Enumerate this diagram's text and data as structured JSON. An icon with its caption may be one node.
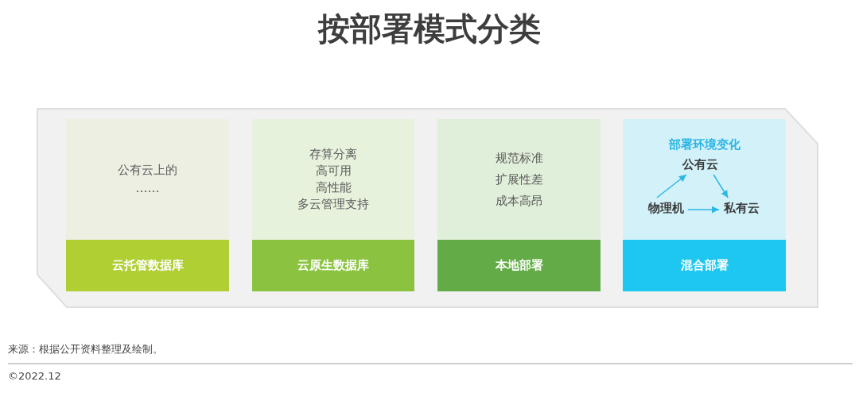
{
  "diagram": {
    "title": "按部署模式分类",
    "nodes": [
      {
        "text": [
          "公有云上的",
          "……"
        ]
      },
      {
        "text": [
          "云托管数据库"
        ]
      },
      {
        "text": [
          "存算分离",
          "高可用",
          "高性能",
          "多云管理支持"
        ]
      },
      {
        "text": [
          "云原生数据库"
        ]
      },
      {
        "text": [
          "规范标准",
          "扩展性差",
          "成本高昂"
        ]
      },
      {
        "text": [
          "本地部署"
        ]
      },
      {
        "text": [
          "部署环境变化"
        ]
      },
      {
        "text": [
          "公有云"
        ],
        "in": 6
      },
      {
        "text": [
          "物理机"
        ],
        "in": 6
      },
      {
        "text": [
          "私有云"
        ],
        "in": 6
      },
      {
        "text": [
          "混合部署"
        ]
      }
    ],
    "edges": [
      {
        "from": 8,
        "to": 7,
        "arrow": "to"
      },
      {
        "from": 7,
        "to": 9,
        "arrow": "to"
      },
      {
        "from": 8,
        "to": 9,
        "arrow": "to"
      }
    ],
    "labels": [
      "来源：根据公开资料整理及绘制。",
      "©2022.12"
    ]
  }
}
